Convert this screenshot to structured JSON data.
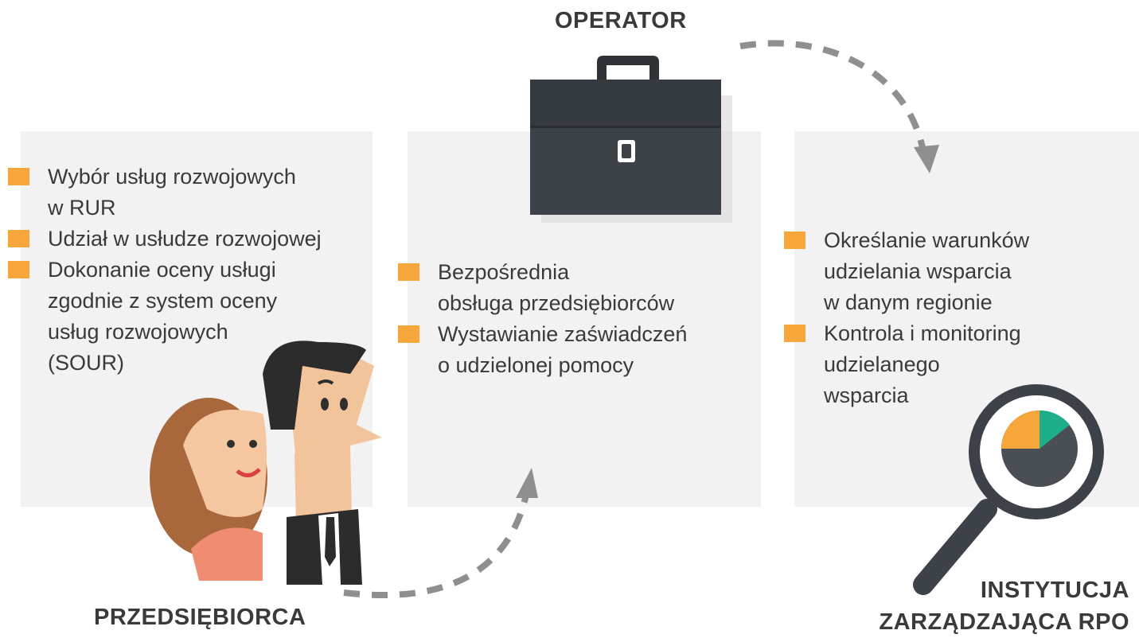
{
  "operator": {
    "label": "OPERATOR",
    "items": [
      "Bezpośrednia\nobsługa przedsiębiorców",
      "Wystawianie zaświadczeń\no udzielonej pomocy"
    ]
  },
  "przedsiebiorca": {
    "label": "PRZEDSIĘBIORCA",
    "items": [
      "Wybór usług rozwojowych\nw RUR",
      "Udział w usłudze rozwojowej",
      "Dokonanie oceny usługi\nzgodnie z system oceny\nusług rozwojowych\n(SOUR)"
    ]
  },
  "instytucja": {
    "label_line1": "INSTYTUCJA",
    "label_line2": "ZARZĄDZAJĄCA RPO",
    "items": [
      "Określanie warunków\nudzielania wsparcia\nw danym regionie",
      "Kontrola i monitoring\nudzielanego\nwsparcia"
    ]
  },
  "colors": {
    "bullet": "#f6a63a",
    "panel": "#f2f2f2",
    "text": "#3a3a3a",
    "briefcase": "#3d4248",
    "arrow": "#8f8f8f",
    "pie_orange": "#f6a63a",
    "pie_green": "#1fae8a",
    "pie_dark": "#4a4f56"
  },
  "icons": [
    "briefcase-icon",
    "people-illustration",
    "magnifier-pie-icon",
    "dashed-arrow-icon"
  ]
}
